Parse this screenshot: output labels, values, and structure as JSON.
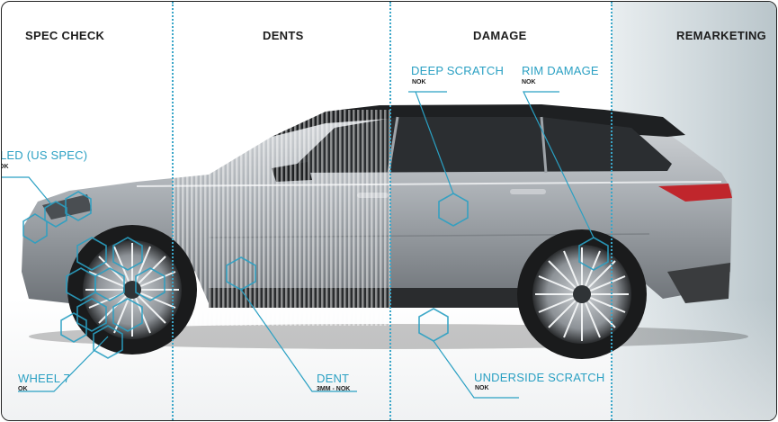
{
  "sections": {
    "spec_check": "SPEC CHECK",
    "dents": "DENTS",
    "damage": "DAMAGE",
    "remarketing": "REMARKETING"
  },
  "callouts": {
    "led": {
      "label": "LED (US SPEC)",
      "status": "OK"
    },
    "wheel": {
      "label": "WHEEL 7",
      "status": "OK"
    },
    "dent": {
      "label": "DENT",
      "status": "3MM - NOK"
    },
    "deep_scratch": {
      "label": "DEEP SCRATCH",
      "status": "NOK"
    },
    "rim_damage": {
      "label": "RIM DAMAGE",
      "status": "NOK"
    },
    "underside_scratch": {
      "label": "UNDERSIDE SCRATCH",
      "status": "NOK"
    }
  },
  "colors": {
    "accent": "#2aa0c3",
    "divider": "#3aa6c8",
    "car_body": "#9ea3a8",
    "car_dark": "#222426"
  }
}
